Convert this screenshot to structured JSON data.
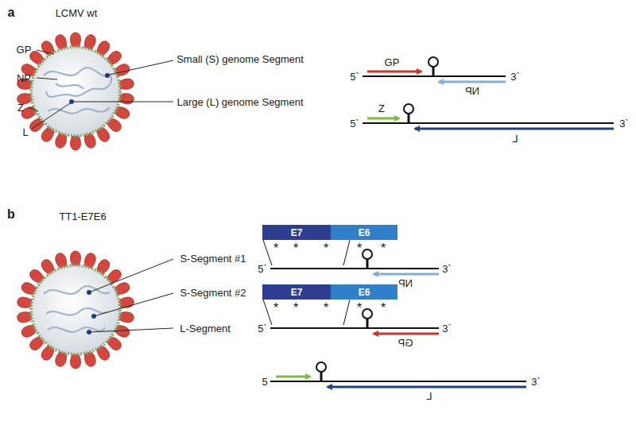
{
  "diagram": {
    "nodes": [
      {
        "text": [
          "E7"
        ]
      },
      {
        "text": [
          "E6"
        ]
      },
      {
        "text": [
          "E7"
        ]
      },
      {
        "text": [
          "E6"
        ]
      }
    ],
    "labels": [
      "a",
      "LCMV wt",
      "GP",
      "NP",
      "Z",
      "L",
      "Small (S) genome Segment",
      "Large (L) genome Segment",
      "GP",
      "5`",
      "3`",
      "NP",
      "Z",
      "5`",
      "3`",
      "L",
      "b",
      "TT1-E7E6",
      "S-Segment #1",
      "S-Segment #2",
      "L-Segment",
      "*",
      "*",
      "*",
      "*",
      "*",
      "5`",
      "3`",
      "NP",
      "*",
      "*",
      "*",
      "*",
      "*",
      "5`",
      "3`",
      "GP",
      "5",
      "3`",
      "L"
    ]
  }
}
